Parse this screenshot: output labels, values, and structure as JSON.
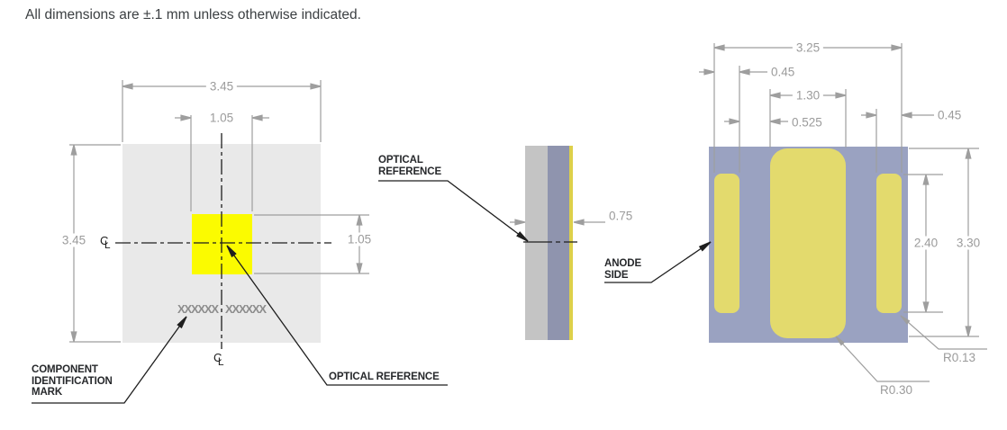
{
  "note": "All dimensions are ±.1 mm unless otherwise indicated.",
  "symbols": {
    "centerline_c": "C",
    "centerline_l": "L"
  },
  "top_view": {
    "dim_width": "3.45",
    "dim_emitter_width": "1.05",
    "dim_height": "3.45",
    "dim_emitter_height": "1.05",
    "marking_left": "XXXXXX",
    "marking_right": "XXXXXX",
    "label_component_id": [
      "COMPONENT",
      "IDENTIFICATION",
      "MARK"
    ],
    "label_optical_reference": "OPTICAL REFERENCE"
  },
  "side_view": {
    "dim_thickness": "0.75",
    "label_optical_reference": [
      "OPTICAL",
      "REFERENCE"
    ]
  },
  "bottom_view": {
    "dim_pad_span": "3.25",
    "dim_left_pad_width": "0.45",
    "dim_center_pad_width": "1.30",
    "dim_pad_gap": "0.525",
    "dim_right_pad_width": "0.45",
    "dim_outer_pad_height": "2.40",
    "dim_center_pad_height": "3.30",
    "dim_radius_small": "R0.13",
    "dim_radius_large": "R0.30",
    "label_anode_side": [
      "ANODE",
      "SIDE"
    ]
  },
  "colors": {
    "package_body": "#e9e9e9",
    "emitter_yellow": "#fbfb00",
    "bottom_body": "#9aa2c1",
    "pad_yellow": "#e3da6d",
    "side_gray": "#c4c4c4",
    "side_blue": "#8f94ae",
    "side_edge_yellow": "#ddd04a",
    "dimension_gray": "#9b9b9b",
    "label_black": "#26282b"
  }
}
